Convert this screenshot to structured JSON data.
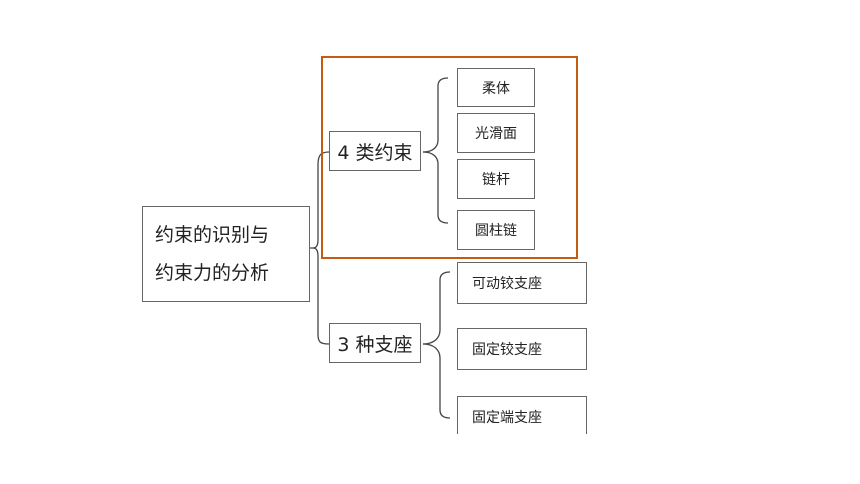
{
  "diagram": {
    "root": {
      "line1": "约束的识别与",
      "line2": "约束力的分析"
    },
    "branches": [
      {
        "label": "4 类约束",
        "highlighted": true,
        "children": [
          "柔体",
          "光滑面",
          "链杆",
          "圆柱链"
        ]
      },
      {
        "label": "3 种支座",
        "highlighted": false,
        "children": [
          "可动铰支座",
          "固定铰支座",
          "固定端支座"
        ]
      }
    ],
    "colors": {
      "highlight_border": "#c55a11",
      "box_border": "#666666",
      "connector": "#444444"
    }
  }
}
